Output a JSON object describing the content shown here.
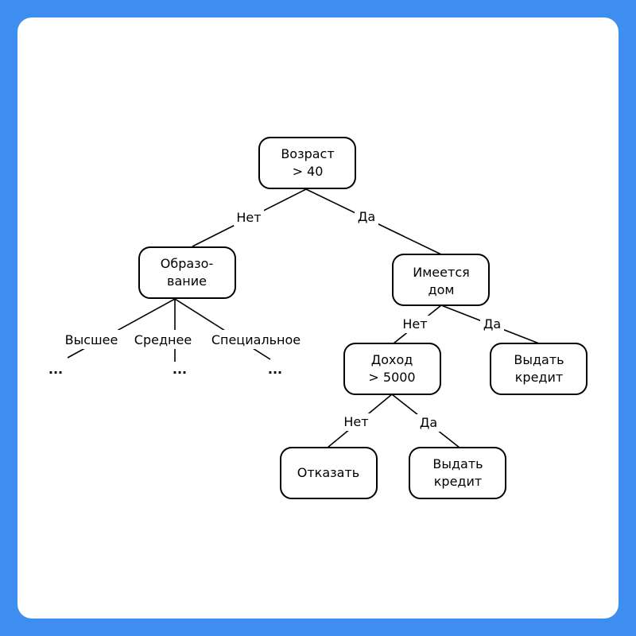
{
  "nodes": {
    "age": {
      "line1": "Возраст",
      "line2": "> 40"
    },
    "education": {
      "line1": "Образо-",
      "line2": "вание"
    },
    "house": {
      "line1": "Имеется",
      "line2": "дом"
    },
    "income": {
      "line1": "Доход",
      "line2": "> 5000"
    },
    "approve_house": {
      "line1": "Выдать",
      "line2": "кредит"
    },
    "refuse": {
      "line1": "Отказать"
    },
    "approve_income": {
      "line1": "Выдать",
      "line2": "кредит"
    }
  },
  "edge_labels": {
    "age_no": "Нет",
    "age_yes": "Да",
    "house_no": "Нет",
    "house_yes": "Да",
    "income_no": "Нет",
    "income_yes": "Да",
    "edu_higher": "Высшее",
    "edu_secondary": "Среднее",
    "edu_special": "Специальное"
  },
  "ellipsis": {
    "higher": "...",
    "secondary": "...",
    "special": "..."
  }
}
